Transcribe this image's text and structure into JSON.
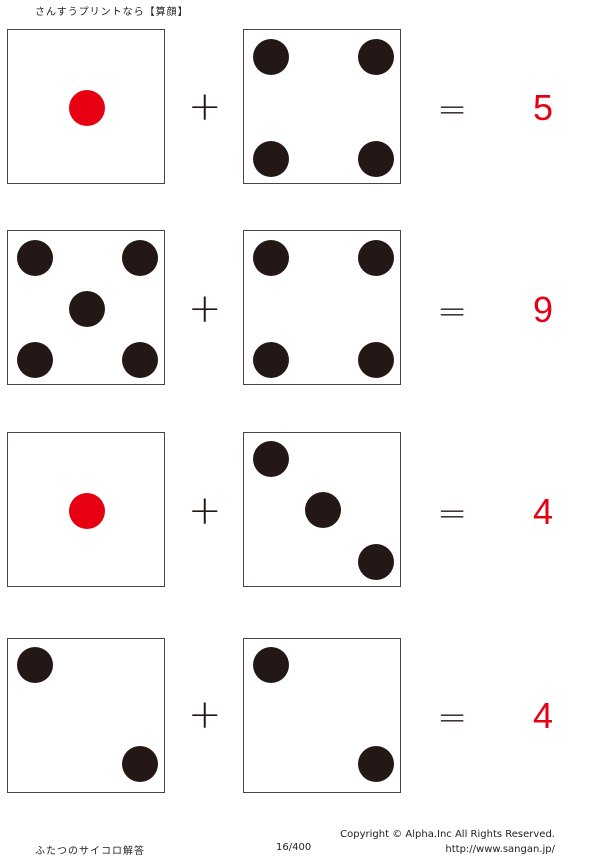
{
  "header": {
    "title": "さんすうプリントなら【算顔】"
  },
  "rows": [
    {
      "left_value": 1,
      "right_value": 4,
      "plus": "+",
      "equals": "=",
      "answer": "5"
    },
    {
      "left_value": 5,
      "right_value": 4,
      "plus": "+",
      "equals": "=",
      "answer": "9"
    },
    {
      "left_value": 1,
      "right_value": 3,
      "plus": "+",
      "equals": "=",
      "answer": "4"
    },
    {
      "left_value": 2,
      "right_value": 2,
      "plus": "+",
      "equals": "=",
      "answer": "4"
    }
  ],
  "colors": {
    "pip": "#231816",
    "red_pip": "#e60012",
    "answer": "#e60012",
    "border": "#4a4443"
  },
  "footer": {
    "worksheet_title": "ふたつのサイコロ解答",
    "page": "16/400",
    "copyright": "Copyright ©  Alpha.Inc All Rights Reserved.",
    "url": "http://www.sangan.jp/"
  }
}
